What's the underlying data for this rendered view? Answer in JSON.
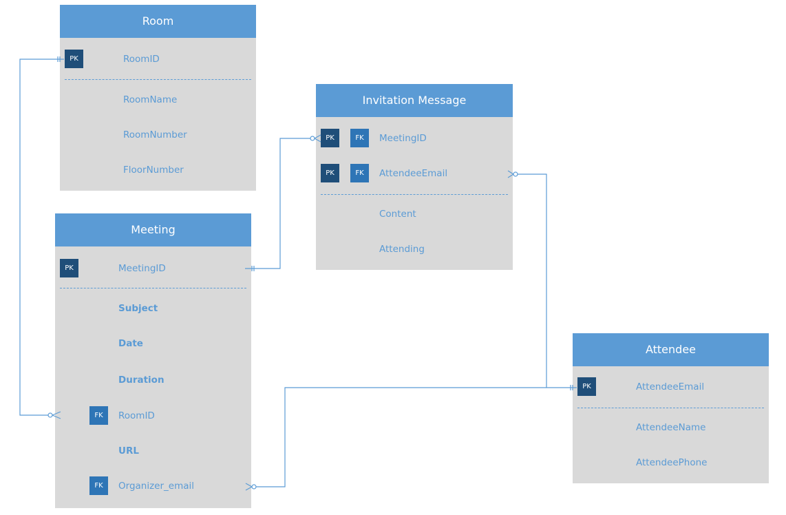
{
  "pk_label": "PK",
  "fk_label": "FK",
  "colors": {
    "header": "#5b9bd5",
    "body": "#d9d9d9",
    "pk_badge": "#1f4e79",
    "fk_badge": "#2e75b6",
    "attribute": "#5b9bd5",
    "connector": "#5b9bd5"
  },
  "room": {
    "title": "Room",
    "attrs": [
      "RoomID",
      "RoomName",
      "RoomNumber",
      "FloorNumber"
    ]
  },
  "invitation": {
    "title": "Invitation Message",
    "attrs": [
      "MeetingID",
      "AttendeeEmail",
      "Content",
      "Attending"
    ]
  },
  "meeting": {
    "title": "Meeting",
    "attrs": [
      "MeetingID",
      "Subject",
      "Date",
      "Duration",
      "RoomID",
      "URL",
      "Organizer_email"
    ]
  },
  "attendee": {
    "title": "Attendee",
    "attrs": [
      "AttendeeEmail",
      "AttendeeName",
      "AttendeePhone"
    ]
  }
}
